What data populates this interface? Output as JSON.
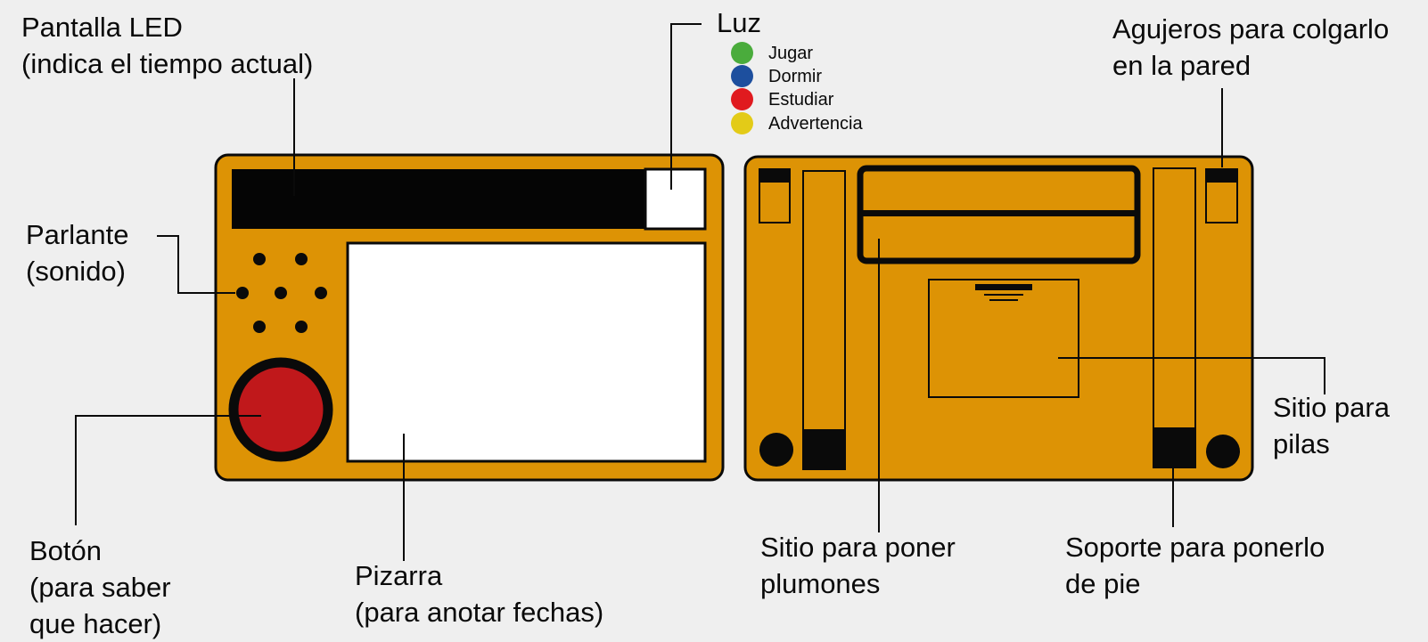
{
  "colors": {
    "background": "#efefef",
    "device_body": "#dd9305",
    "outline": "#0a0a0a",
    "screen": "#050505",
    "whiteboard": "#ffffff",
    "button": "#c0181b"
  },
  "labels": {
    "pantalla_led": [
      "Pantalla LED",
      "(indica el tiempo actual)"
    ],
    "luz": "Luz",
    "agujeros": [
      "Agujeros para colgarlo",
      "en la pared"
    ],
    "parlante": [
      "Parlante",
      "(sonido)"
    ],
    "boton": [
      "Botón",
      "(para saber",
      "que hacer)"
    ],
    "pizarra": [
      "Pizarra",
      "(para anotar fechas)"
    ],
    "plumones": [
      "Sitio para poner",
      "plumones"
    ],
    "soporte": [
      "Soporte para ponerlo",
      "de pie"
    ],
    "pilas": [
      "Sitio para",
      "pilas"
    ]
  },
  "legend": {
    "items": [
      {
        "label": "Jugar",
        "color": "#4aac3c"
      },
      {
        "label": "Dormir",
        "color": "#1d4f9e"
      },
      {
        "label": "Estudiar",
        "color": "#e01a1f"
      },
      {
        "label": "Advertencia",
        "color": "#e3cb18"
      }
    ]
  }
}
